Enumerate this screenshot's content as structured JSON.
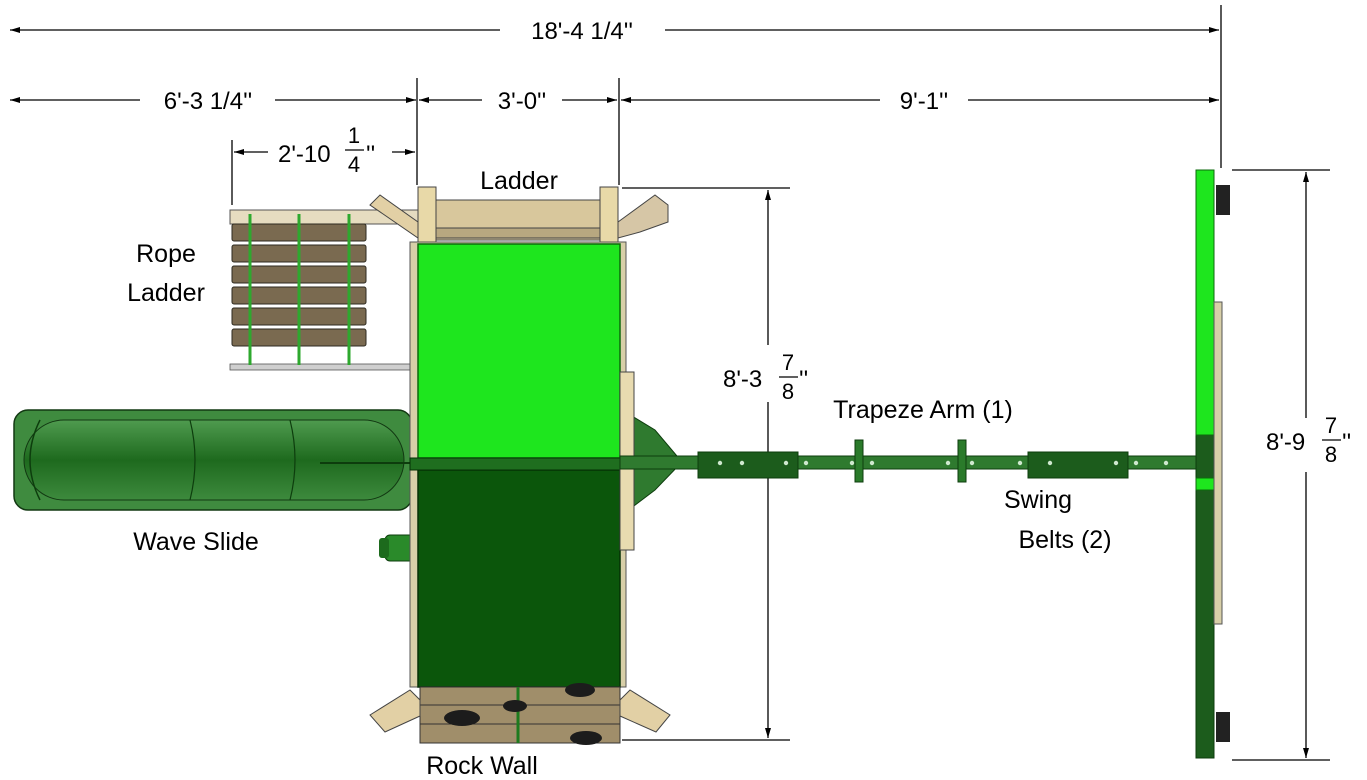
{
  "dimensions": {
    "overall_length": "18'-4 1/4''",
    "rope_ladder_offset": "6'-3 1/4''",
    "deck_width": "3'-0''",
    "swing_beam_length": "9'-1''",
    "rope_ladder_width_whole": "2'-10",
    "rope_ladder_width_num": "1",
    "rope_ladder_width_den": "4",
    "rope_ladder_width_unit": "''",
    "deck_depth_whole": "8'-3",
    "deck_depth_num": "7",
    "deck_depth_den": "8",
    "deck_depth_unit": "''",
    "swing_a_frame_whole": "8'-9",
    "swing_a_frame_num": "7",
    "swing_a_frame_den": "8",
    "swing_a_frame_unit": "''"
  },
  "labels": {
    "ladder": "Ladder",
    "rope_ladder_line1": "Rope",
    "rope_ladder_line2": "Ladder",
    "wave_slide": "Wave Slide",
    "trapeze_arm": "Trapeze Arm (1)",
    "swing_belts_line1": "Swing",
    "swing_belts_line2": "Belts (2)",
    "rock_wall": "Rock Wall"
  },
  "colors": {
    "roof_light": "#1ee61e",
    "roof_dark": "#0b560b",
    "slide": "#2f7a2f",
    "beam": "#2f7a2f",
    "wood": "#d9c89a",
    "rung": "#6e5e46"
  }
}
